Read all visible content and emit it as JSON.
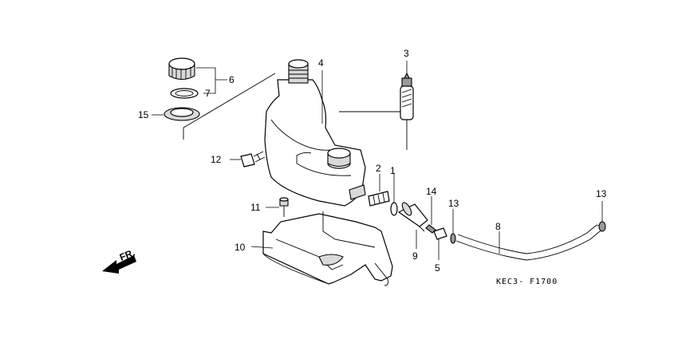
{
  "diagram": {
    "code": "KEC3- F1700",
    "direction_label": "FR.",
    "callouts": [
      {
        "id": "c1",
        "label": "1"
      },
      {
        "id": "c2",
        "label": "2"
      },
      {
        "id": "c3",
        "label": "3"
      },
      {
        "id": "c4",
        "label": "4"
      },
      {
        "id": "c5",
        "label": "5"
      },
      {
        "id": "c6",
        "label": "6"
      },
      {
        "id": "c7",
        "label": "7"
      },
      {
        "id": "c8",
        "label": "8"
      },
      {
        "id": "c9",
        "label": "9"
      },
      {
        "id": "c10",
        "label": "10"
      },
      {
        "id": "c11",
        "label": "11"
      },
      {
        "id": "c12",
        "label": "12"
      },
      {
        "id": "c13a",
        "label": "13"
      },
      {
        "id": "c13b",
        "label": "13"
      },
      {
        "id": "c14",
        "label": "14"
      },
      {
        "id": "c15",
        "label": "15"
      }
    ]
  }
}
